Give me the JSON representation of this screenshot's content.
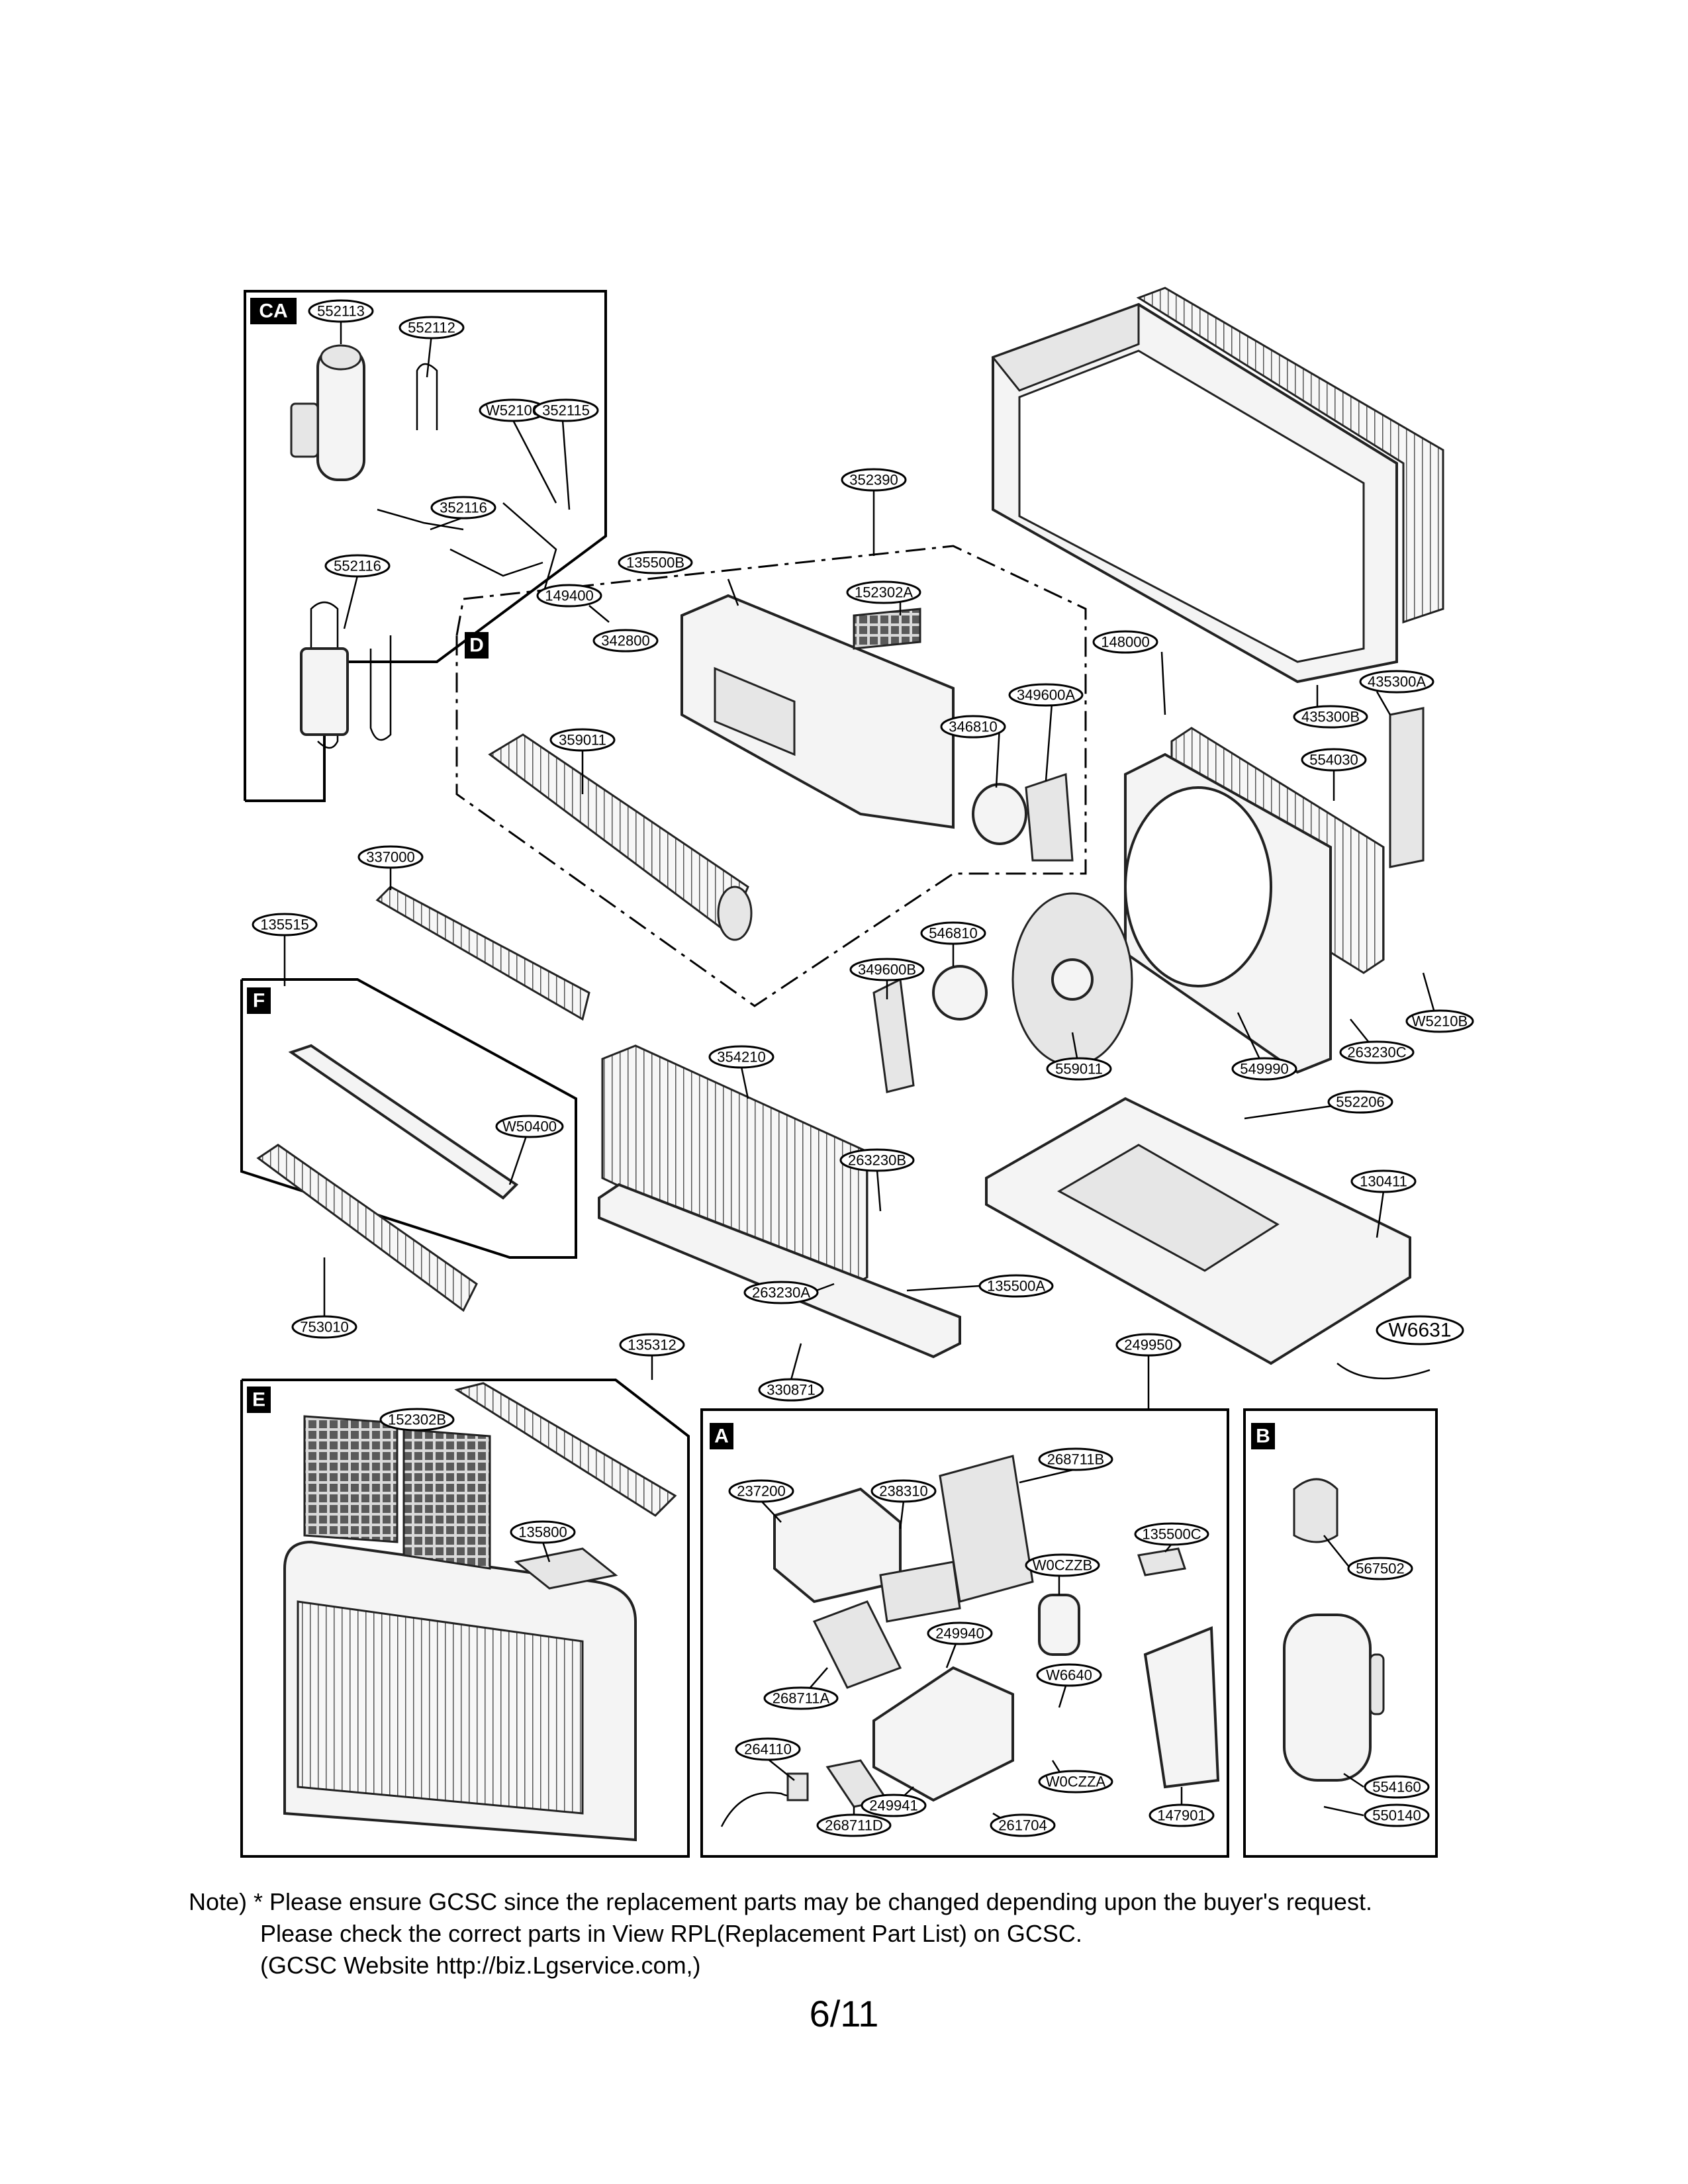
{
  "sections": {
    "CA": "CA",
    "D": "D",
    "F": "F",
    "E": "E",
    "A": "A",
    "B": "B"
  },
  "part_labels": {
    "p552113": "552113",
    "p552112": "552112",
    "pW52106": "W52106",
    "p352115": "352115",
    "p352116": "352116",
    "p552116": "552116",
    "p352390": "352390",
    "p135500B": "135500B",
    "p149400": "149400",
    "p342800": "342800",
    "p152302A": "152302A",
    "p148000": "148000",
    "p435300A": "435300A",
    "p435300B": "435300B",
    "p349600A": "349600A",
    "p346810": "346810",
    "p554030": "554030",
    "p359011": "359011",
    "p337000": "337000",
    "p135515": "135515",
    "p546810": "546810",
    "p349600B": "349600B",
    "p559011": "559011",
    "p549990": "549990",
    "p263230C": "263230C",
    "pW5210B": "W5210B",
    "p552206": "552206",
    "p354210": "354210",
    "pW50400": "W50400",
    "p263230B": "263230B",
    "p130411": "130411",
    "p263230A": "263230A",
    "p135500A": "135500A",
    "p753010": "753010",
    "pW6631": "W6631",
    "p135312": "135312",
    "p330871": "330871",
    "p249950": "249950",
    "p152302B": "152302B",
    "p268711B": "268711B",
    "p237200": "237200",
    "p238310": "238310",
    "p135800": "135800",
    "p135500C": "135500C",
    "pW0CZZB": "W0CZZB",
    "p567502": "567502",
    "p249940": "249940",
    "p268711A": "268711A",
    "pW6640": "W6640",
    "p264110": "264110",
    "pW0CZZA": "W0CZZA",
    "p249941": "249941",
    "p268711D": "268711D",
    "p261704": "261704",
    "p147901": "147901",
    "p554160": "554160",
    "p550140": "550140"
  },
  "note": {
    "line1": "Note) * Please ensure GCSC since the replacement parts may be changed depending upon the buyer's request.",
    "line2": "Please check  the correct parts in View RPL(Replacement Part List) on GCSC.",
    "line3": "(GCSC Website  http://biz.Lgservice.com,)"
  },
  "page_number": "6/11"
}
